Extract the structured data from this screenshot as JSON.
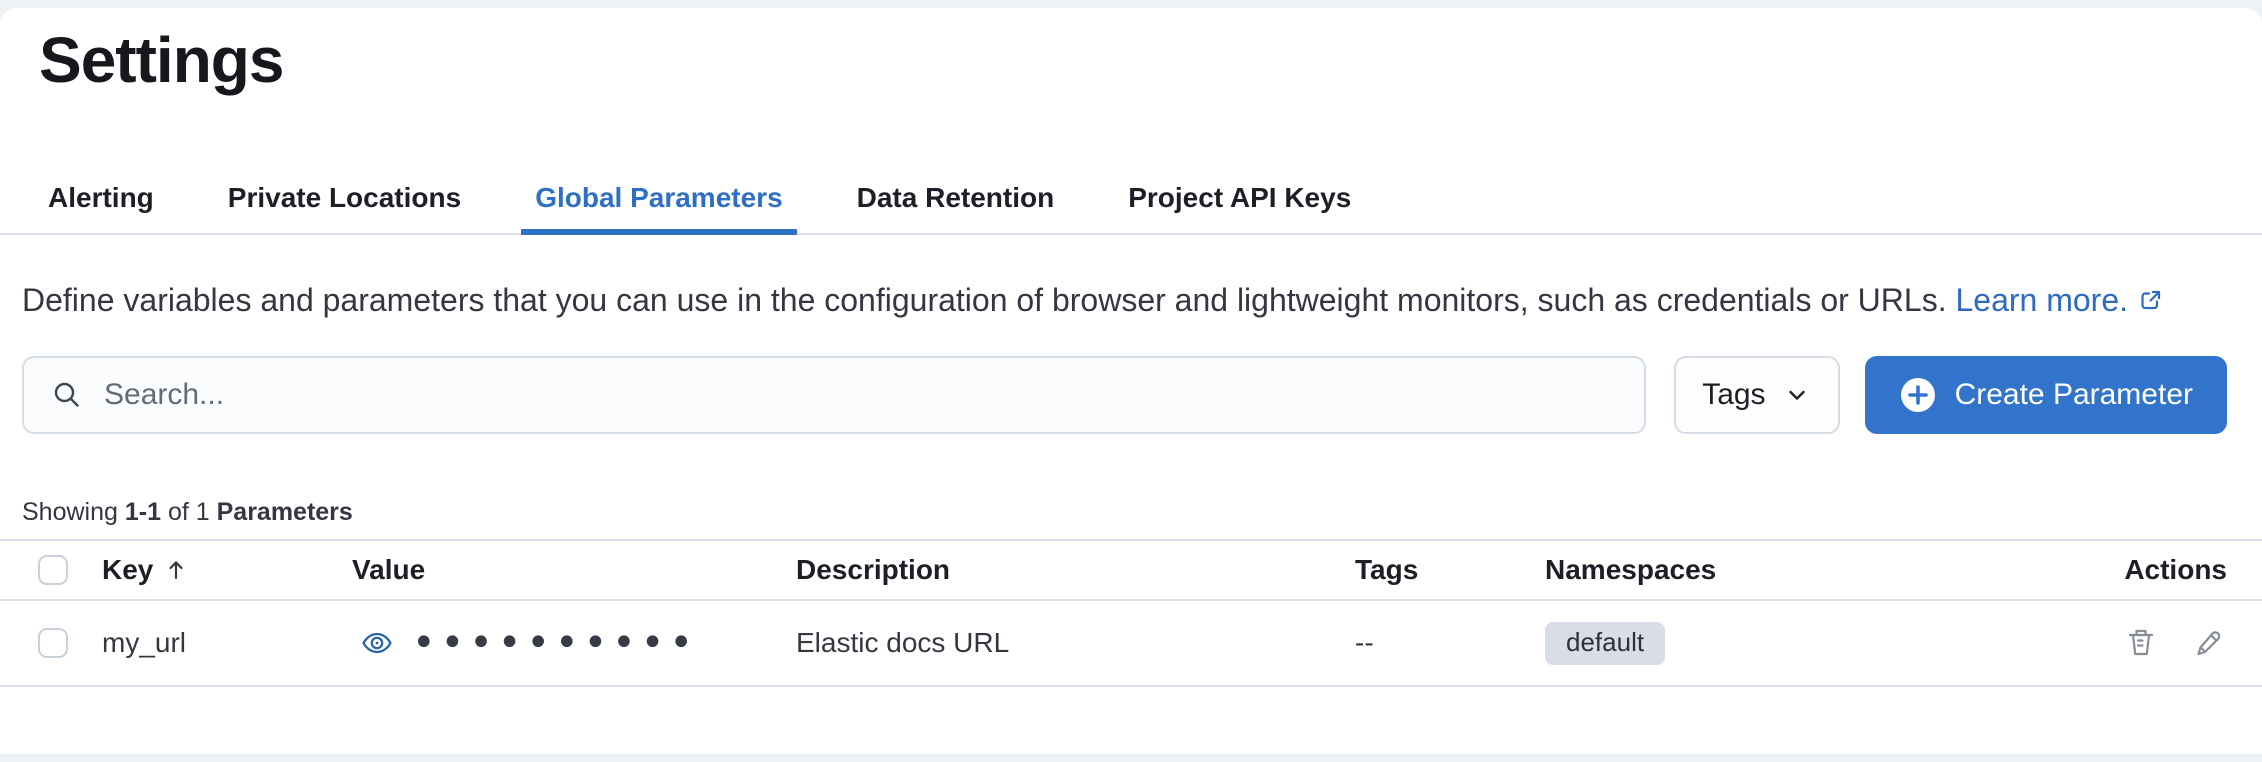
{
  "page": {
    "title": "Settings"
  },
  "tabs": [
    {
      "label": "Alerting",
      "active": false
    },
    {
      "label": "Private Locations",
      "active": false
    },
    {
      "label": "Global Parameters",
      "active": true
    },
    {
      "label": "Data Retention",
      "active": false
    },
    {
      "label": "Project API Keys",
      "active": false
    }
  ],
  "description": {
    "text": "Define variables and parameters that you can use in the configuration of browser and lightweight monitors, such as credentials or URLs.",
    "link_label": "Learn more.",
    "link_icon": "popout-external-link-icon"
  },
  "toolbar": {
    "search_placeholder": "Search...",
    "search_icon": "magnifier-icon",
    "tags_label": "Tags",
    "tags_icon": "chevron-down-icon",
    "create_label": "Create Parameter",
    "create_icon": "plus-in-circle-icon"
  },
  "summary": {
    "prefix": "Showing",
    "range": "1-1",
    "middle": "of 1",
    "entity": "Parameters"
  },
  "table": {
    "headers": {
      "key": "Key",
      "key_sort_icon": "sort-ascending-arrow-icon",
      "value": "Value",
      "description": "Description",
      "tags": "Tags",
      "namespaces": "Namespaces",
      "actions": "Actions"
    },
    "rows": [
      {
        "key": "my_url",
        "value_masked": "••••••••••",
        "value_icon": "eye-icon",
        "description": "Elastic docs URL",
        "tags": "--",
        "namespace": "default",
        "action_icons": [
          "trash-icon",
          "pencil-icon"
        ]
      }
    ]
  },
  "colors": {
    "accent_blue": "#2f6fc4",
    "button_blue": "#3273cb",
    "divider": "#d9dfe9",
    "badge_bg": "#d8dde7",
    "icon_gray": "#878d96",
    "text": "#343741",
    "heading": "#16181d",
    "placeholder_gray": "#646b78"
  }
}
